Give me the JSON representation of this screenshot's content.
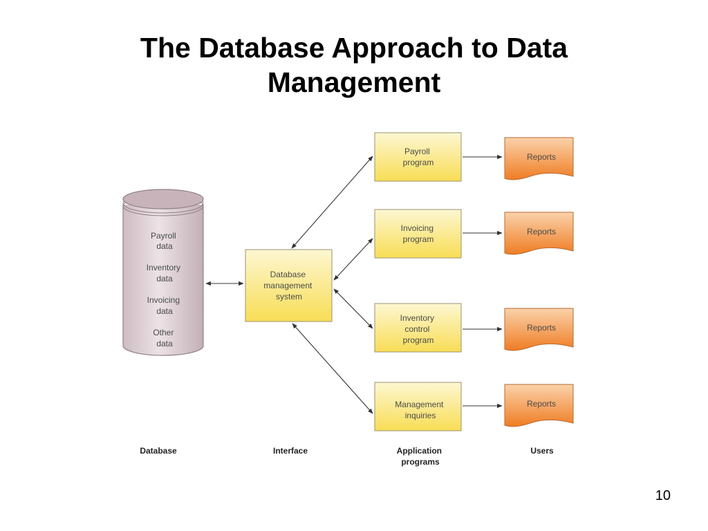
{
  "slide": {
    "title_line1": "The Database Approach to Data",
    "title_line2": "Management",
    "page_number": "10"
  },
  "database": {
    "items": [
      [
        "Payroll",
        "data"
      ],
      [
        "Inventory",
        "data"
      ],
      [
        "Invoicing",
        "data"
      ],
      [
        "Other",
        "data"
      ]
    ]
  },
  "dbms": {
    "lines": [
      "Database",
      "management",
      "system"
    ]
  },
  "programs": [
    {
      "lines": [
        "Payroll",
        "program"
      ]
    },
    {
      "lines": [
        "Invoicing",
        "program"
      ]
    },
    {
      "lines": [
        "Inventory",
        "control",
        "program"
      ]
    },
    {
      "lines": [
        "Management",
        "inquiries"
      ]
    }
  ],
  "reports": [
    "Reports",
    "Reports",
    "Reports",
    "Reports"
  ],
  "column_labels": {
    "database": "Database",
    "interface": "Interface",
    "application_programs": [
      "Application",
      "programs"
    ],
    "users": "Users"
  },
  "colors": {
    "box_top": "#fdf7d2",
    "box_bottom": "#f8dd55",
    "box_border": "#9a9270",
    "report_top": "#fbd2aa",
    "report_bottom": "#ef7d24",
    "report_border": "#b76a32",
    "cylinder_side": "#dfd1d5",
    "cylinder_top": "#c9b3ba",
    "cylinder_border": "#8f7f85",
    "arrow": "#333333",
    "label_text": "#4a4a4a"
  }
}
